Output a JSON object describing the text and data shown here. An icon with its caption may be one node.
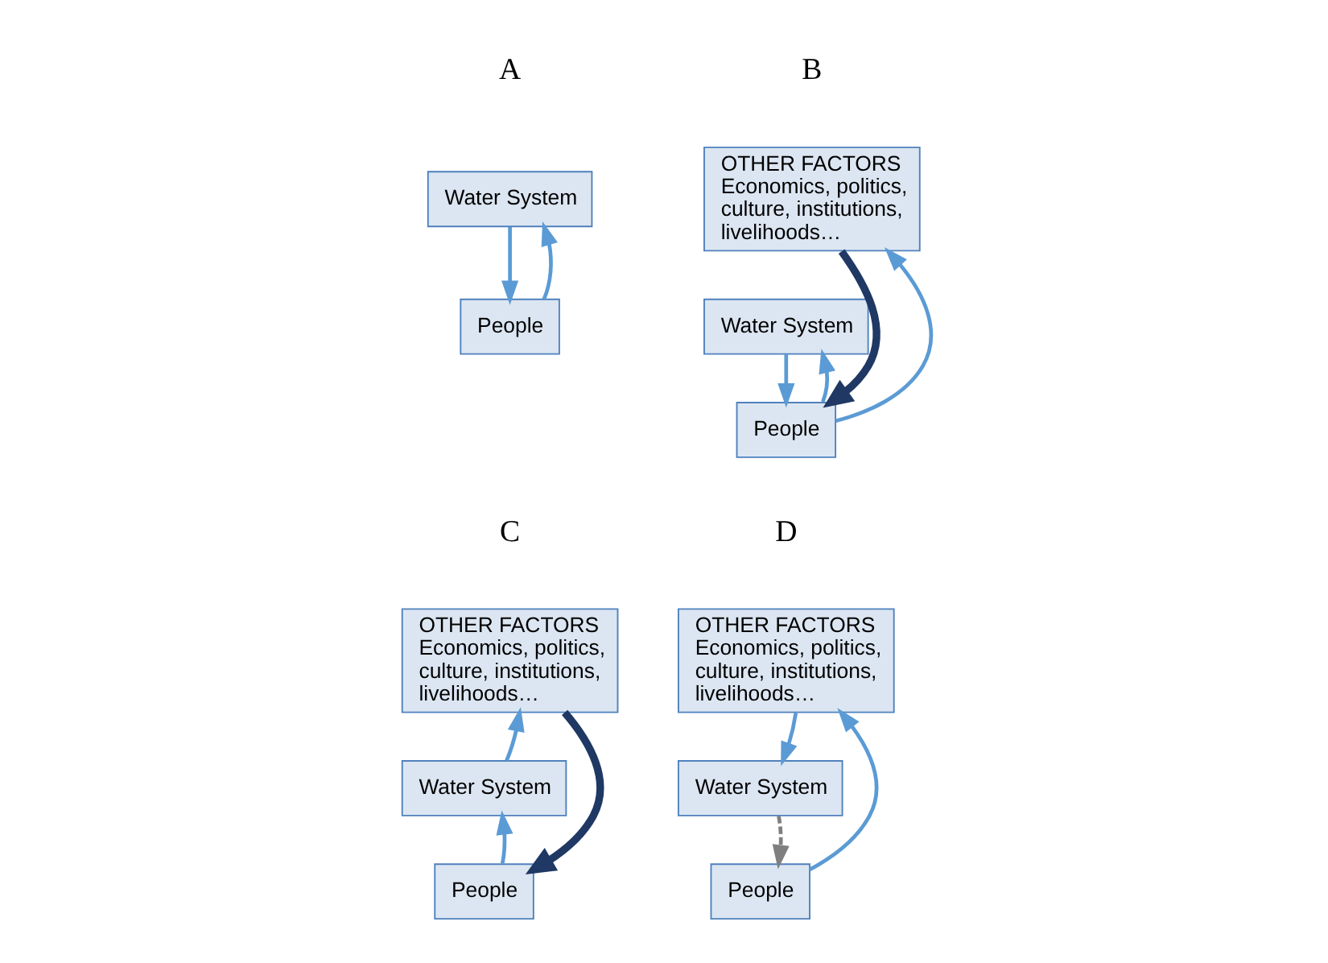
{
  "diagram": {
    "nodes": [
      {
        "text": [
          "Water System"
        ]
      },
      {
        "text": [
          "People"
        ]
      },
      {
        "text": [
          "OTHER FACTORS",
          "Economics, politics, culture, institutions, livelihoods…"
        ]
      },
      {
        "text": [
          "Water System"
        ]
      },
      {
        "text": [
          "People"
        ]
      },
      {
        "text": [
          "OTHER FACTORS",
          "Economics, politics, culture, institutions, livelihoods…"
        ]
      },
      {
        "text": [
          "Water System"
        ]
      },
      {
        "text": [
          "People"
        ]
      },
      {
        "text": [
          "OTHER FACTORS",
          "Economics, politics, culture, institutions, livelihoods…"
        ]
      },
      {
        "text": [
          "Water System"
        ]
      },
      {
        "text": [
          "People"
        ]
      }
    ],
    "edges": [
      {
        "from": 0,
        "to": 1,
        "arrow": "to"
      },
      {
        "from": 1,
        "to": 0,
        "arrow": "to"
      },
      {
        "from": 3,
        "to": 4,
        "arrow": "to"
      },
      {
        "from": 4,
        "to": 3,
        "arrow": "to"
      },
      {
        "from": 4,
        "to": 2,
        "arrow": "to"
      },
      {
        "from": 2,
        "to": 4,
        "arrow": "to",
        "style": "thick",
        "color": "#1f3864"
      },
      {
        "from": 7,
        "to": 6,
        "arrow": "to"
      },
      {
        "from": 6,
        "to": 5,
        "arrow": "to"
      },
      {
        "from": 5,
        "to": 7,
        "arrow": "to",
        "style": "thick",
        "color": "#1f3864"
      },
      {
        "from": 10,
        "to": 8,
        "arrow": "to"
      },
      {
        "from": 8,
        "to": 9,
        "arrow": "to"
      },
      {
        "from": 9,
        "to": 10,
        "arrow": "to",
        "style": "dashed",
        "color": "#7f7f7f"
      }
    ],
    "labels": [
      "A",
      "B",
      "C",
      "D"
    ]
  }
}
